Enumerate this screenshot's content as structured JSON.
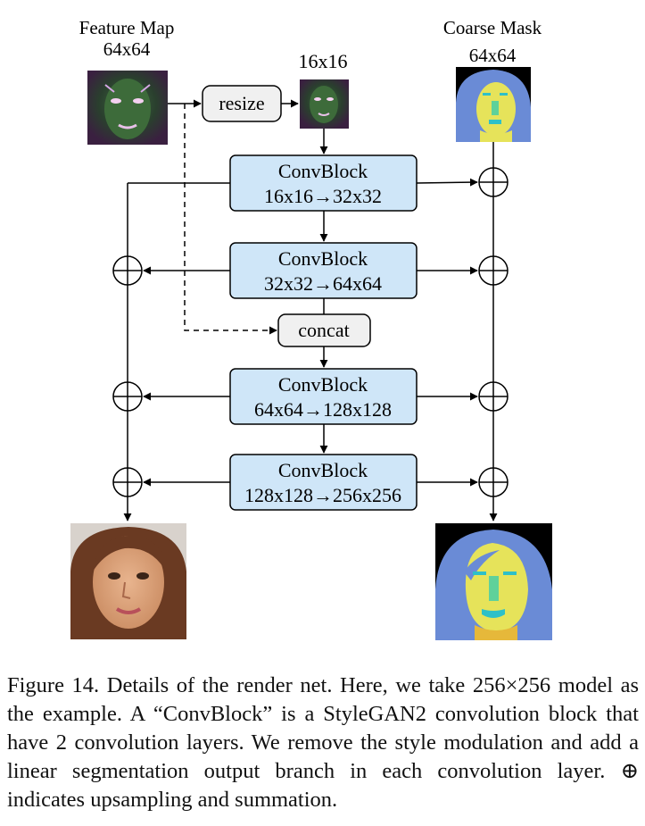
{
  "labels": {
    "feature_map_title": "Feature Map",
    "feature_map_size": "64x64",
    "resized_size": "16x16",
    "coarse_mask_title": "Coarse Mask",
    "coarse_mask_size": "64x64",
    "resize": "resize",
    "concat": "concat"
  },
  "blocks": [
    {
      "title": "ConvBlock",
      "dims": "16x16→32x32"
    },
    {
      "title": "ConvBlock",
      "dims": "32x32→64x64"
    },
    {
      "title": "ConvBlock",
      "dims": "64x64→128x128"
    },
    {
      "title": "ConvBlock",
      "dims": "128x128→256x256"
    }
  ],
  "caption": "Figure 14. Details of the render net. Here, we take 256×256 model as the example. A “ConvBlock” is a StyleGAN2 convolution block that have 2 convolution layers. We remove the style modulation and add a linear segmentation output branch in each convolution layer. ⊕ indicates upsampling and summation.",
  "colors": {
    "block_fill": "#cfe6f8",
    "op_fill": "#f0f0f0",
    "mask_blue": "#6a8bd6",
    "mask_yellow": "#e6e35a",
    "mask_green": "#5fd19a",
    "mask_cyan": "#2ec0c8",
    "mask_background": "#000000",
    "feature_map_tint": "#2a4a2a"
  }
}
